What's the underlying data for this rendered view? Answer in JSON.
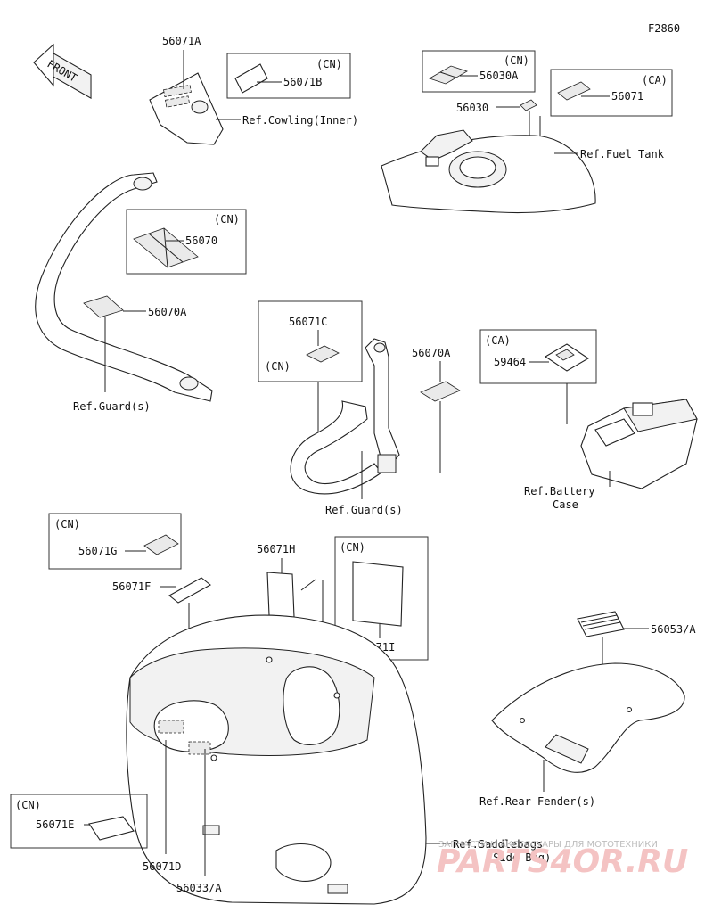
{
  "figure_code": "F2860",
  "front_marker": "FRONT",
  "parts": {
    "p56071A": "56071A",
    "p56071B": "56071B",
    "p56030A": "56030A",
    "p56030": "56030",
    "p56071": "56071",
    "p56070": "56070",
    "p56070A_left": "56070A",
    "p56071C": "56071C",
    "p56070A_center": "56070A",
    "p59464": "59464",
    "p56071G": "56071G",
    "p56071F": "56071F",
    "p56071H": "56071H",
    "p56071I": "56071I",
    "p56053A": "56053/A",
    "p56071E": "56071E",
    "p56071D": "56071D",
    "p56033A": "56033/A"
  },
  "market_tags": {
    "cn": "(CN)",
    "ca": "(CA)"
  },
  "refs": {
    "cowling": "Ref.Cowling(Inner)",
    "fuel_tank": "Ref.Fuel Tank",
    "guard_left": "Ref.Guard(s)",
    "guard_center": "Ref.Guard(s)",
    "battery_1": "Ref.Battery",
    "battery_2": "Case",
    "rear_fender": "Ref.Rear Fender(s)",
    "saddlebags_1": "Ref.Saddlebags",
    "saddlebags_2": "(Side Bag)"
  },
  "watermark": {
    "line1": "ЗАПЧАСТИ И АКСЕССУАРЫ ДЛЯ МОТОТЕХНИКИ",
    "line2": "PARTS4OR.RU"
  }
}
